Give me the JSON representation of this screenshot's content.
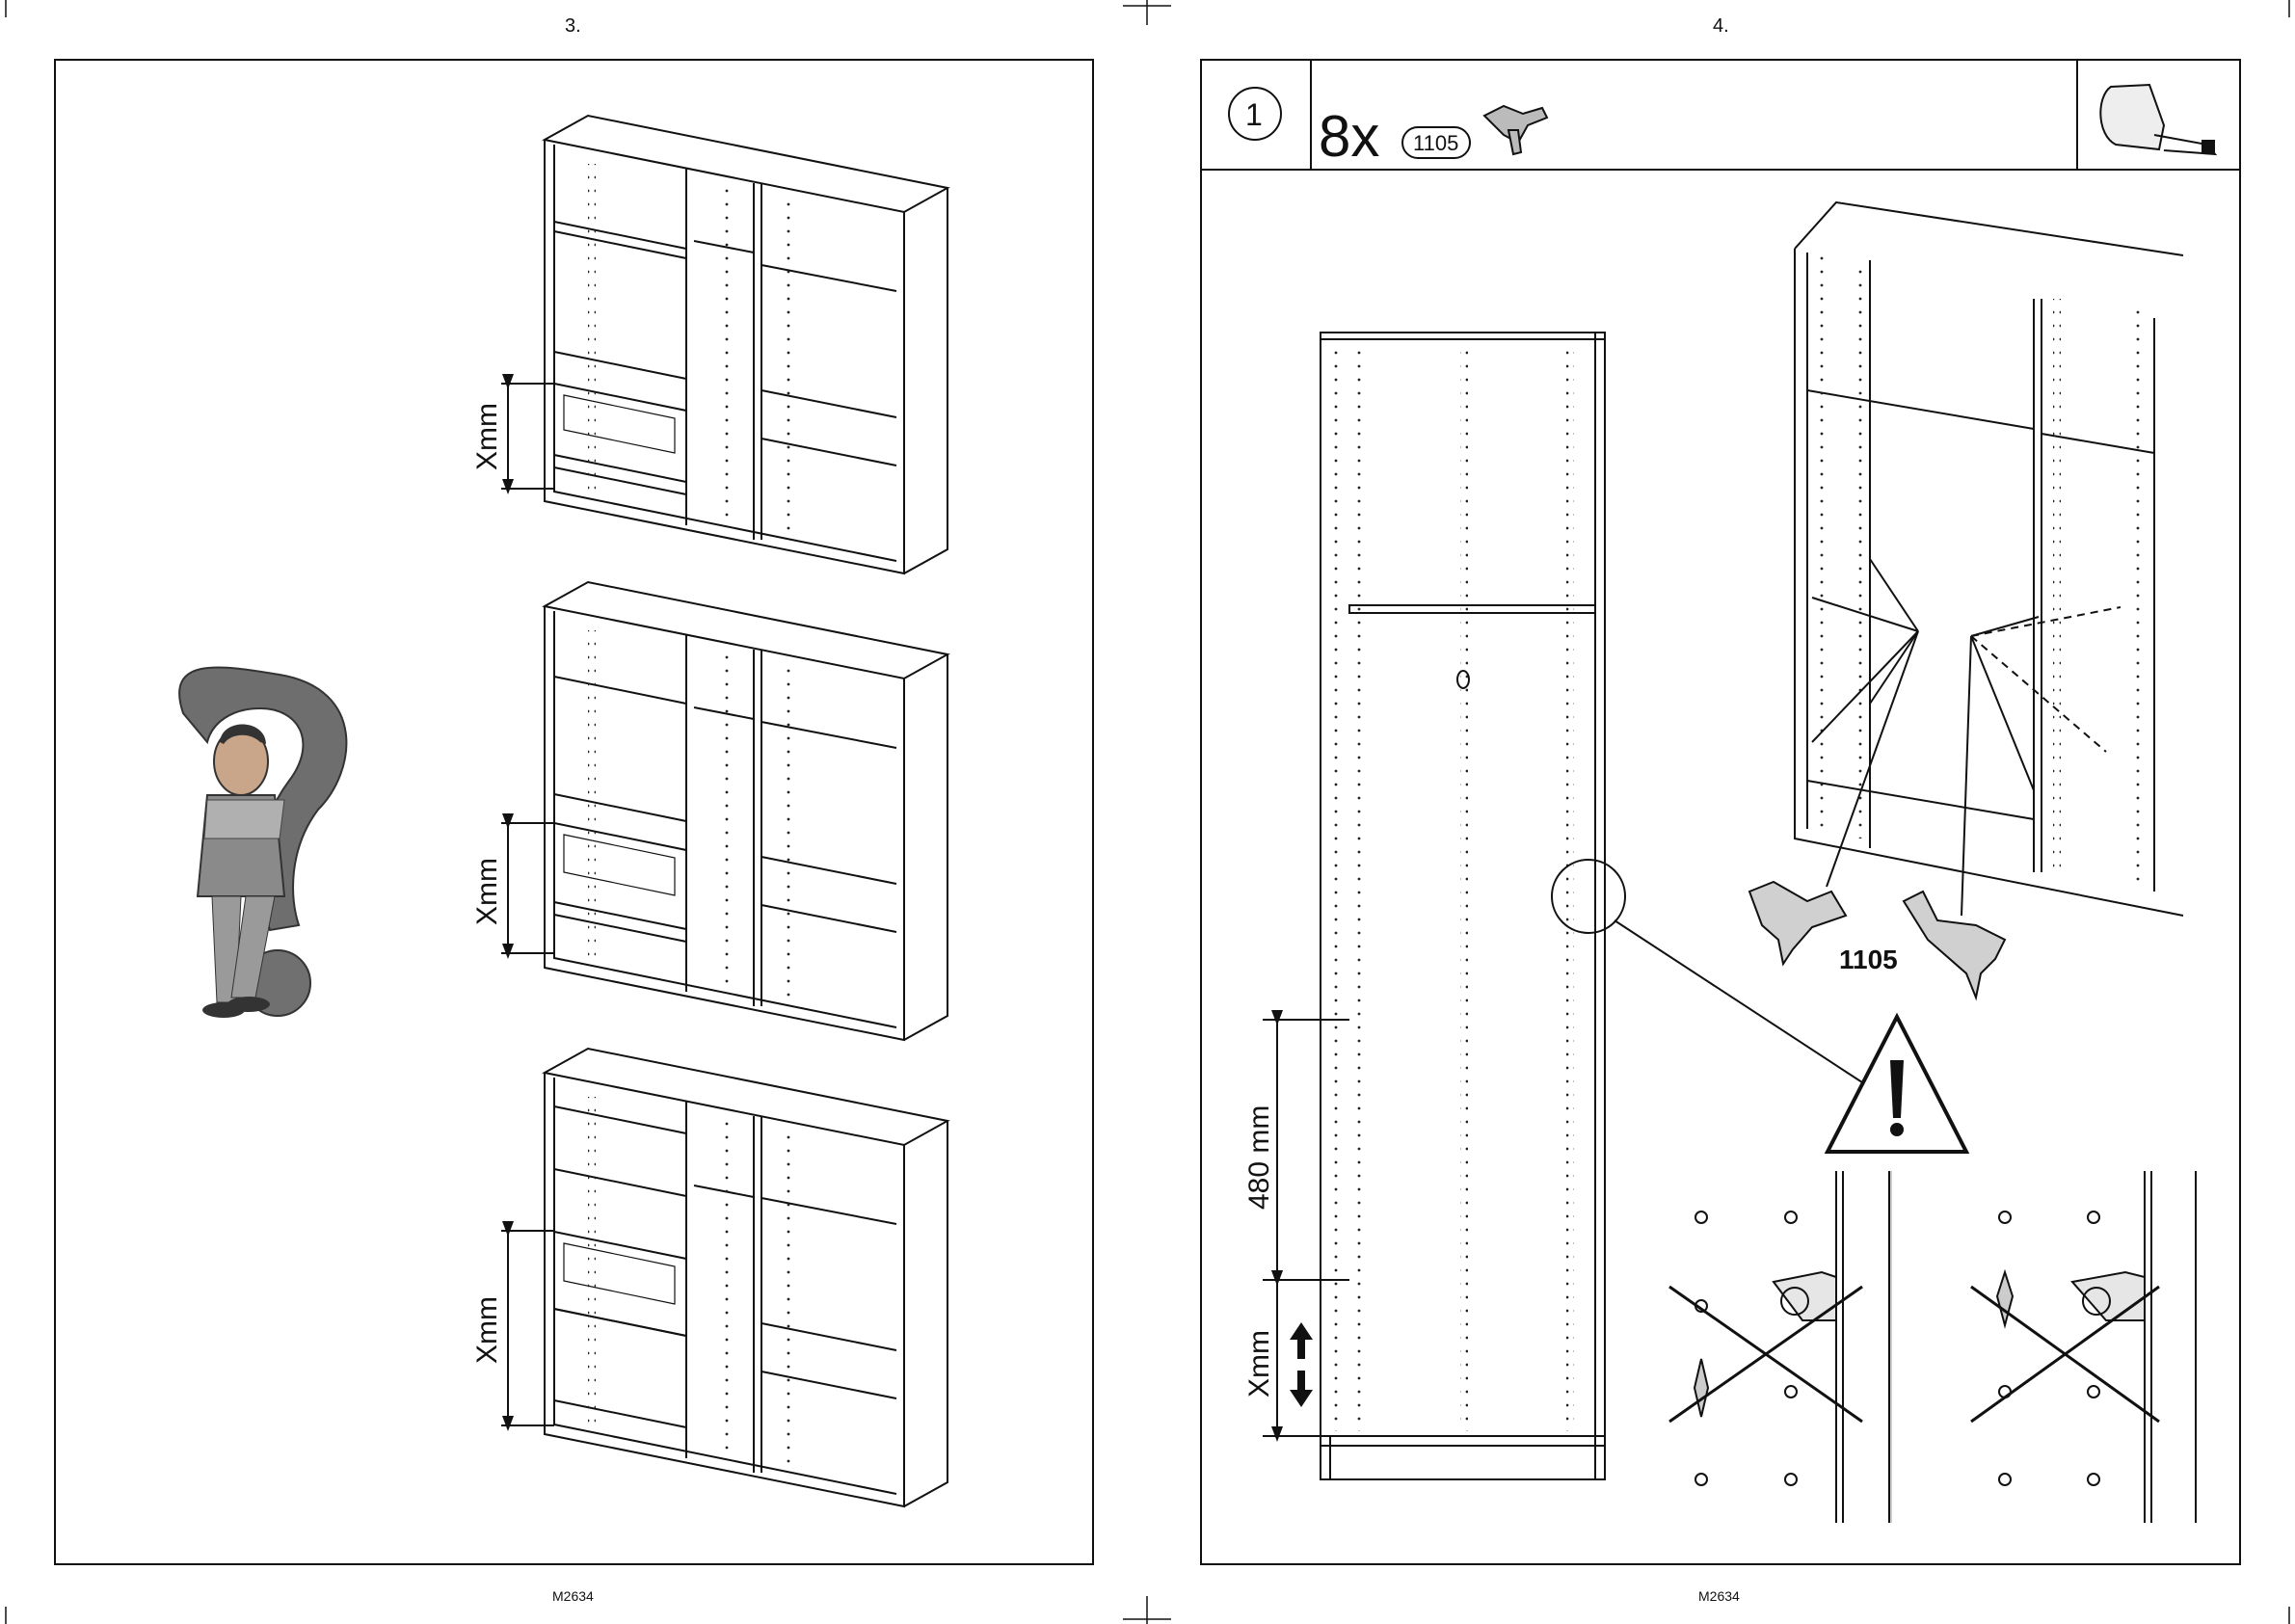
{
  "left_page": {
    "page_number": "3.",
    "footer_code": "M2634",
    "dimension_labels": [
      "Xmm",
      "Xmm",
      "Xmm"
    ]
  },
  "right_page": {
    "page_number": "4.",
    "footer_code": "M2634",
    "step": {
      "number": "1",
      "quantity": "8x",
      "part_code": "1105"
    },
    "part_label": "1105",
    "measure_480": "480 mm",
    "measure_x": "Xmm"
  },
  "icons": [
    "question-mark-person-icon",
    "wrench-tool-icon",
    "warning-triangle-icon",
    "shelf-support-icon"
  ]
}
